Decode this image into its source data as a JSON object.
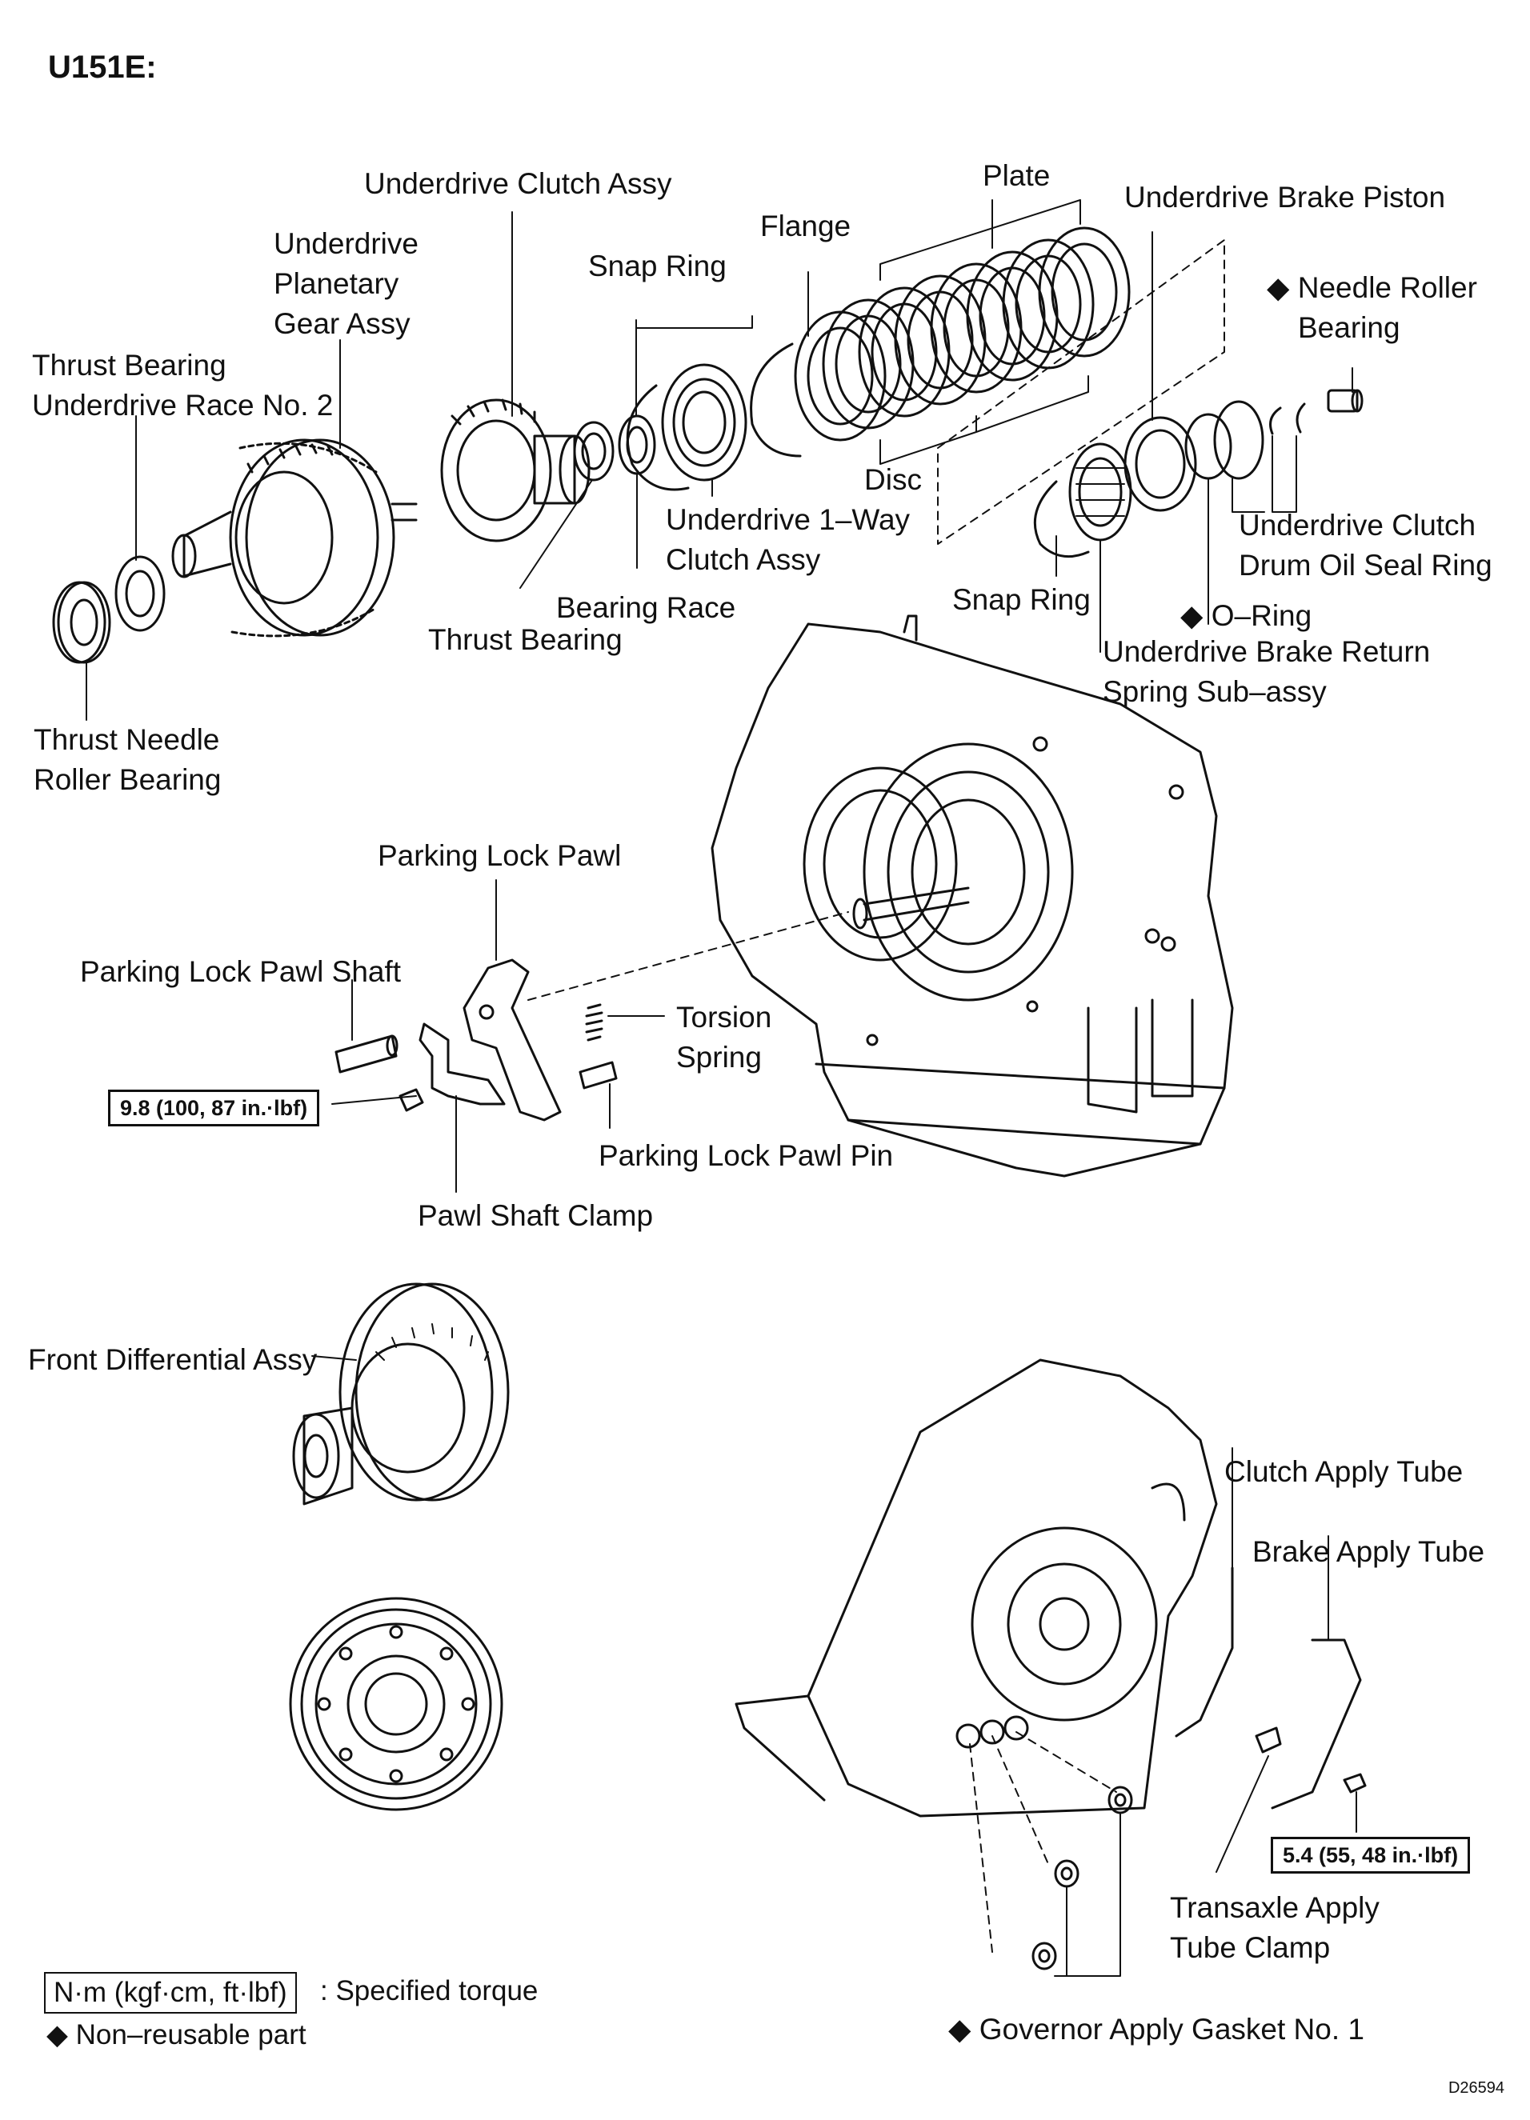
{
  "title": "U151E:",
  "labels": {
    "underdrive_clutch_assy": "Underdrive Clutch Assy",
    "plate": "Plate",
    "underdrive_brake_piston": "Underdrive Brake Piston",
    "flange": "Flange",
    "underdrive_planetary_1": "Underdrive",
    "underdrive_planetary_2": "Planetary",
    "underdrive_planetary_3": "Gear Assy",
    "snap_ring_top": "Snap Ring",
    "needle_roller_1": "Needle Roller",
    "needle_roller_2": "Bearing",
    "thrust_bearing_race_1": "Thrust Bearing",
    "thrust_bearing_race_2": "Underdrive Race No. 2",
    "disc": "Disc",
    "underdrive_one_way_1": "Underdrive 1–Way",
    "underdrive_one_way_2": "Clutch Assy",
    "drum_oil_seal_1": "Underdrive Clutch",
    "drum_oil_seal_2": "Drum Oil Seal Ring",
    "bearing_race": "Bearing Race",
    "snap_ring_lower": "Snap Ring",
    "thrust_bearing": "Thrust Bearing",
    "o_ring": "O–Ring",
    "return_spring_1": "Underdrive Brake Return",
    "return_spring_2": "Spring Sub–assy",
    "thrust_needle_1": "Thrust Needle",
    "thrust_needle_2": "Roller Bearing",
    "parking_lock_pawl": "Parking Lock Pawl",
    "parking_lock_pawl_shaft": "Parking Lock Pawl Shaft",
    "torsion_spring_1": "Torsion",
    "torsion_spring_2": "Spring",
    "parking_lock_pawl_pin": "Parking Lock Pawl Pin",
    "pawl_shaft_clamp": "Pawl Shaft Clamp",
    "front_differential_assy": "Front Differential Assy",
    "clutch_apply_tube": "Clutch Apply Tube",
    "brake_apply_tube": "Brake Apply Tube",
    "transaxle_clamp_1": "Transaxle Apply",
    "transaxle_clamp_2": "Tube Clamp",
    "governor_gasket": "Governor Apply Gasket No. 1"
  },
  "torques": {
    "pawl_shaft_clamp_bolt": "9.8 (100, 87 in.·lbf)",
    "tube_clamp_bolt": "5.4 (55, 48 in.·lbf)"
  },
  "legend": {
    "torque_unit": "N·m (kgf·cm, ft·lbf)",
    "torque_desc": ": Specified torque",
    "nonreusable": "Non–reusable part"
  },
  "symbols": {
    "nonreusable": "◆"
  },
  "figure_code": "D26594",
  "colors": {
    "ink": "#111111",
    "paper": "#ffffff"
  }
}
